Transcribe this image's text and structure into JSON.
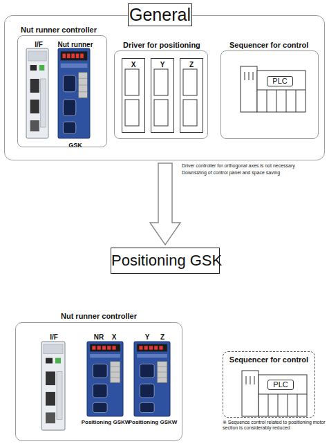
{
  "diagram": {
    "nodes": [
      {
        "text": [
          "General"
        ]
      },
      {
        "text": [
          "Nut runner controller"
        ],
        "in": 0
      },
      {
        "text": [
          "I/F"
        ],
        "in": 1
      },
      {
        "text": [
          "Nut runner",
          "GSK"
        ],
        "in": 1
      },
      {
        "text": [
          "Driver for positioning"
        ],
        "in": 0
      },
      {
        "text": [
          "X"
        ],
        "in": 4
      },
      {
        "text": [
          "Y"
        ],
        "in": 4
      },
      {
        "text": [
          "Z"
        ],
        "in": 4
      },
      {
        "text": [
          "Sequencer for control"
        ],
        "in": 0
      },
      {
        "text": [
          "PLC"
        ],
        "in": 8
      },
      {
        "text": [
          "Positioning GSK"
        ]
      },
      {
        "text": [
          "Nut runner controller"
        ]
      },
      {
        "text": [
          "I/F"
        ],
        "in": 11
      },
      {
        "text": [
          "NR",
          "X",
          "Positioning GSKW"
        ],
        "in": 11
      },
      {
        "text": [
          "Y",
          "Z",
          "Positioning GSKW"
        ],
        "in": 11
      },
      {
        "text": [
          "Sequencer for control"
        ]
      },
      {
        "text": [
          "PLC"
        ],
        "in": 15
      }
    ],
    "edges": [
      {
        "from": 0,
        "to": 10,
        "arrow": "to"
      }
    ],
    "labels": [
      "Driver controller for orthogonal axes is not necessary",
      "Downsizing of control panel and space saving",
      "※ Sequence control related to positioning motor section is considerably reduced"
    ]
  }
}
